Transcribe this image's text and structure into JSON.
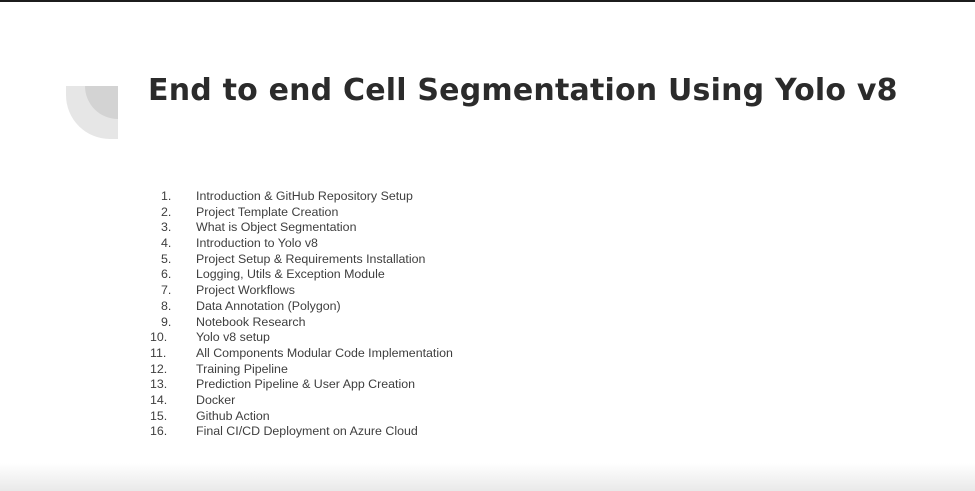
{
  "slide": {
    "title": "End to end Cell Segmentation Using Yolo v8",
    "accent_color": "#d9d9d9",
    "agenda": [
      {
        "num": "1.",
        "label": "Introduction & GitHub Repository Setup"
      },
      {
        "num": "2.",
        "label": "Project Template Creation"
      },
      {
        "num": "3.",
        "label": "What is Object Segmentation"
      },
      {
        "num": "4.",
        "label": "Introduction to Yolo v8"
      },
      {
        "num": "5.",
        "label": "Project Setup & Requirements Installation"
      },
      {
        "num": "6.",
        "label": "Logging, Utils & Exception Module"
      },
      {
        "num": "7.",
        "label": "Project Workflows"
      },
      {
        "num": "8.",
        "label": "Data Annotation (Polygon)"
      },
      {
        "num": "9.",
        "label": "Notebook Research"
      },
      {
        "num": "10.",
        "label": "Yolo v8 setup"
      },
      {
        "num": "11.",
        "label": "All Components Modular Code Implementation"
      },
      {
        "num": "12.",
        "label": "Training Pipeline"
      },
      {
        "num": "13.",
        "label": "Prediction Pipeline & User App Creation"
      },
      {
        "num": "14.",
        "label": "Docker"
      },
      {
        "num": "15.",
        "label": "Github Action"
      },
      {
        "num": "16.",
        "label": "Final CI/CD Deployment on Azure Cloud"
      }
    ]
  }
}
